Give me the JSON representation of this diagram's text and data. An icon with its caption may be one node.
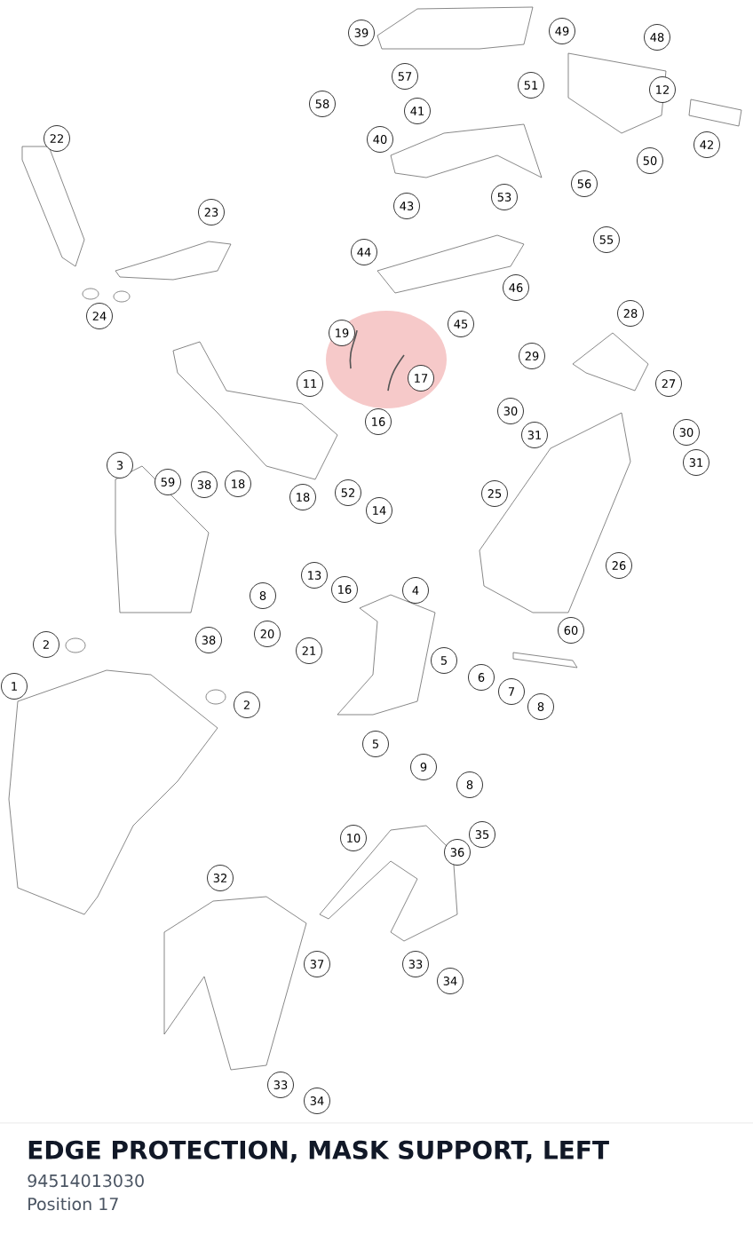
{
  "diagram": {
    "title": "EDGE PROTECTION, MASK SUPPORT, LEFT",
    "labels": [
      "49",
      "39",
      "48",
      "57",
      "51",
      "12",
      "58",
      "41",
      "22",
      "40",
      "42",
      "50",
      "56",
      "53",
      "43",
      "23",
      "55",
      "44",
      "46",
      "28",
      "24",
      "45",
      "19",
      "29",
      "11",
      "17",
      "27",
      "30",
      "16",
      "31",
      "30",
      "31",
      "3",
      "59",
      "38",
      "18",
      "52",
      "25",
      "18",
      "14",
      "26",
      "13",
      "8",
      "16",
      "4",
      "60",
      "20",
      "2",
      "38",
      "21",
      "5",
      "6",
      "1",
      "7",
      "8",
      "2",
      "5",
      "9",
      "8",
      "35",
      "10",
      "36",
      "32",
      "37",
      "33",
      "34",
      "33",
      "34",
      "94514013030",
      "Position 17"
    ]
  }
}
